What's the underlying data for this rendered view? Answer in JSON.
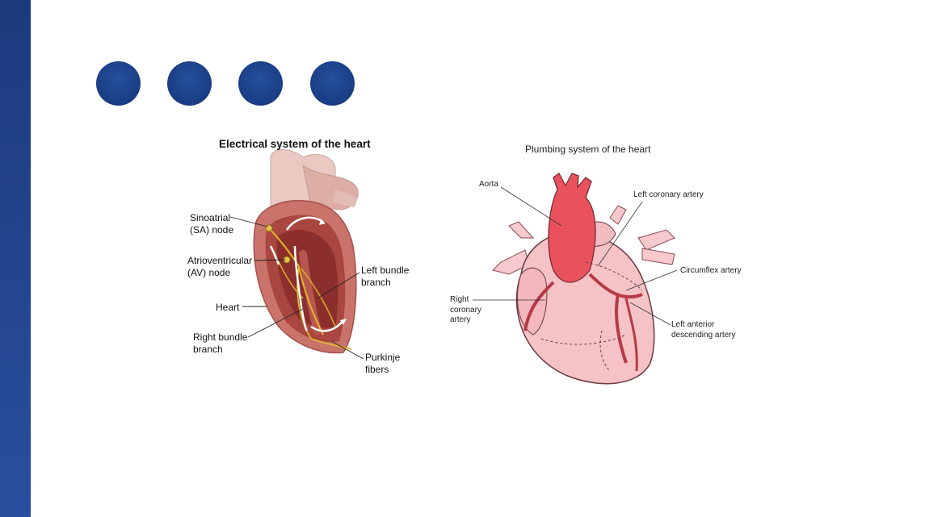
{
  "electrical": {
    "title": "Electrical system of the heart",
    "labels": {
      "sa_node": "Sinoatrial\n(SA) node",
      "av_node": "Atrioventricular\n(AV) node",
      "heart": "Heart",
      "right_bundle": "Right bundle\nbranch",
      "left_bundle": "Left bundle\nbranch",
      "purkinje": "Purkinje\nfibers"
    }
  },
  "plumbing": {
    "title": "Plumbing system of the heart",
    "labels": {
      "aorta": "Aorta",
      "left_coronary": "Left coronary artery",
      "circumflex": "Circumflex artery",
      "right_coronary": "Right\ncoronary\nartery",
      "lad": "Left anterior\ndescending artery"
    }
  }
}
